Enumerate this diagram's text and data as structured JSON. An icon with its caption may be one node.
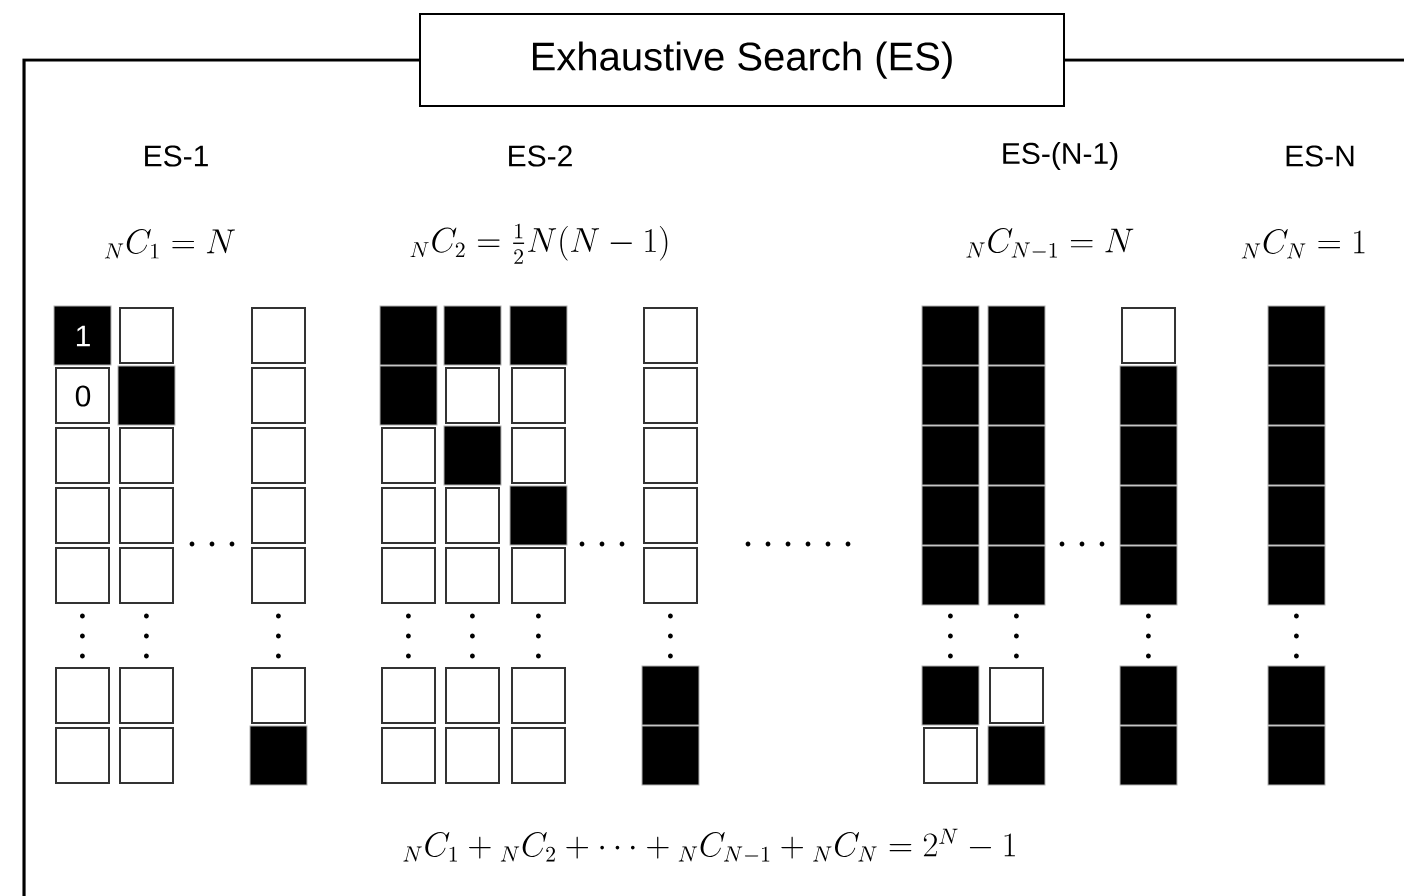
{
  "diagram": {
    "title": "Exhaustive Search (ES)",
    "labels": [
      "ES-1",
      "ES-2",
      "ES-(N-1)",
      "ES-N",
      "{}_{N}C_{1} = N",
      "{}_{N}C_{2} = \\frac{1}{2}N(N-1)",
      "{}_{N}C_{N-1} = N",
      "{}_{N}C_{N} = 1",
      "1",
      "0",
      "{}_{N}C_{1} + {}_{N}C_{2} + \\cdots + {}_{N}C_{N-1} + {}_{N}C_{N} = 2^{N} - 1"
    ]
  }
}
